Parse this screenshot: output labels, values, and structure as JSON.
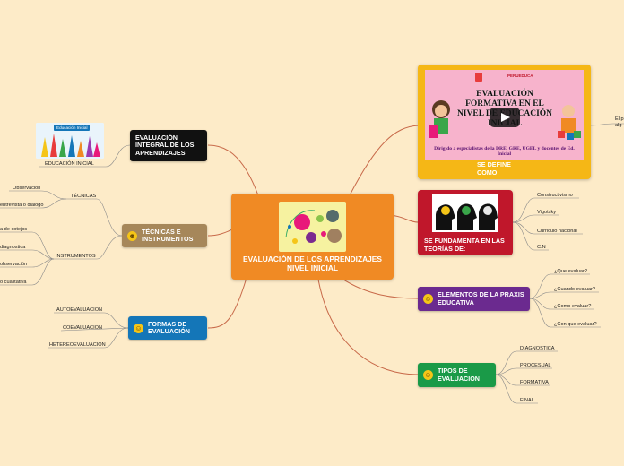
{
  "central": {
    "title": "EVALUACIÓN DE LOS APRENDIZAJES NIVEL INICIAL",
    "color": "#f08a24"
  },
  "nodes": {
    "integral": {
      "label": "EVALUACIÓN INTEGRAL DE LOS APRENDIZAJES",
      "color": "#111111",
      "image_caption": "Educación Inicial"
    },
    "tecnicas": {
      "label": "TÉCNICAS E INSTRUMENTOS",
      "color": "#a6875a",
      "icon": "grin-face-icon"
    },
    "formas": {
      "label": "FORMAS DE EVALUACIÓN",
      "color": "#1476b8",
      "icon": "laughing-face-icon"
    },
    "define": {
      "label": "SE DEFINE COMO",
      "color": "#f5b716",
      "video": {
        "brand": "PERUEDUCA",
        "title": "EVALUACIÓN FORMATIVA EN EL NIVEL DE EDUCACIÓN INICIAL",
        "subtitle": "Dirigido a especialistas de la DRE, GRE, UGEL y docentes de Ed. Inicial"
      }
    },
    "fundamenta": {
      "label": "SE FUNDAMENTA EN LAS TEORÍAS DE:",
      "color": "#c0172b"
    },
    "praxis": {
      "label": "ELEMENTOS DE LA PRAXIS EDUCATIVA",
      "color": "#6b2a8f",
      "icon": "smile-face-icon"
    },
    "tipos": {
      "label": "TIPOS DE EVALUACION",
      "color": "#1a9a48",
      "icon": "smile-face-icon"
    }
  },
  "leaves": {
    "integral": [
      "EDUCACIÓN INICIAL"
    ],
    "tecnicas_group": "TÉCNICAS",
    "tecnicas": [
      "Observación",
      "entrevista o dialogo"
    ],
    "instrumentos_group": "INSTRUMENTOS",
    "instrumentos": [
      "a de cotejos",
      "diagnostica",
      "observación",
      "o cualitativa"
    ],
    "formas": [
      "AUTOEVALUACION",
      "COEVALUACION",
      "HETEREOEVALUACION"
    ],
    "define": [
      "El p",
      "alg"
    ],
    "fundamenta": [
      "Constructivismo",
      "Vigotsky",
      "Curriculo nacional",
      "C.N"
    ],
    "praxis": [
      "¿Que evaluar?",
      "¿Cuando evaluar?",
      "¿Como evaluar?",
      "¿Con que evaluar?"
    ],
    "tipos": [
      "DIAGNOSTICA",
      "PROCESUAL",
      "FORMATIVA",
      "FINAL"
    ]
  },
  "colors": {
    "background": "#fdebc8",
    "link": "#c86a4a"
  }
}
